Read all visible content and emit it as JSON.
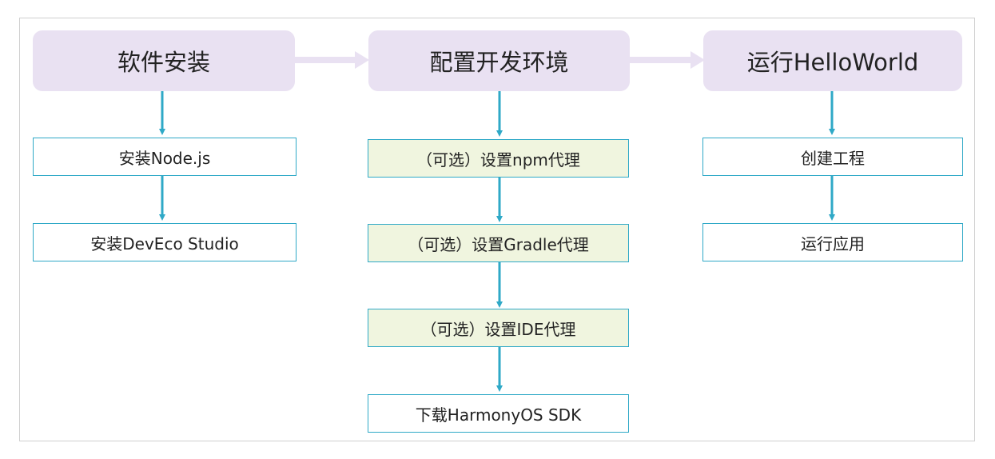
{
  "colors": {
    "stage_bg": "#e9e1f2",
    "stage_connector": "#e9e1f2",
    "step_border": "#2fa9c7",
    "step_arrow": "#2fa9c7",
    "optional_step_bg": "#f0f5df",
    "step_bg": "#ffffff"
  },
  "stages": [
    {
      "label": "软件安装",
      "steps": [
        {
          "label": "安装Node.js",
          "optional": false
        },
        {
          "label": "安装DevEco Studio",
          "optional": false
        }
      ]
    },
    {
      "label": "配置开发环境",
      "steps": [
        {
          "label": "（可选）设置npm代理",
          "optional": true
        },
        {
          "label": "（可选）设置Gradle代理",
          "optional": true
        },
        {
          "label": "（可选）设置IDE代理",
          "optional": true
        },
        {
          "label": "下载HarmonyOS SDK",
          "optional": false
        }
      ]
    },
    {
      "label": "运行HelloWorld",
      "steps": [
        {
          "label": "创建工程",
          "optional": false
        },
        {
          "label": "运行应用",
          "optional": false
        }
      ]
    }
  ]
}
